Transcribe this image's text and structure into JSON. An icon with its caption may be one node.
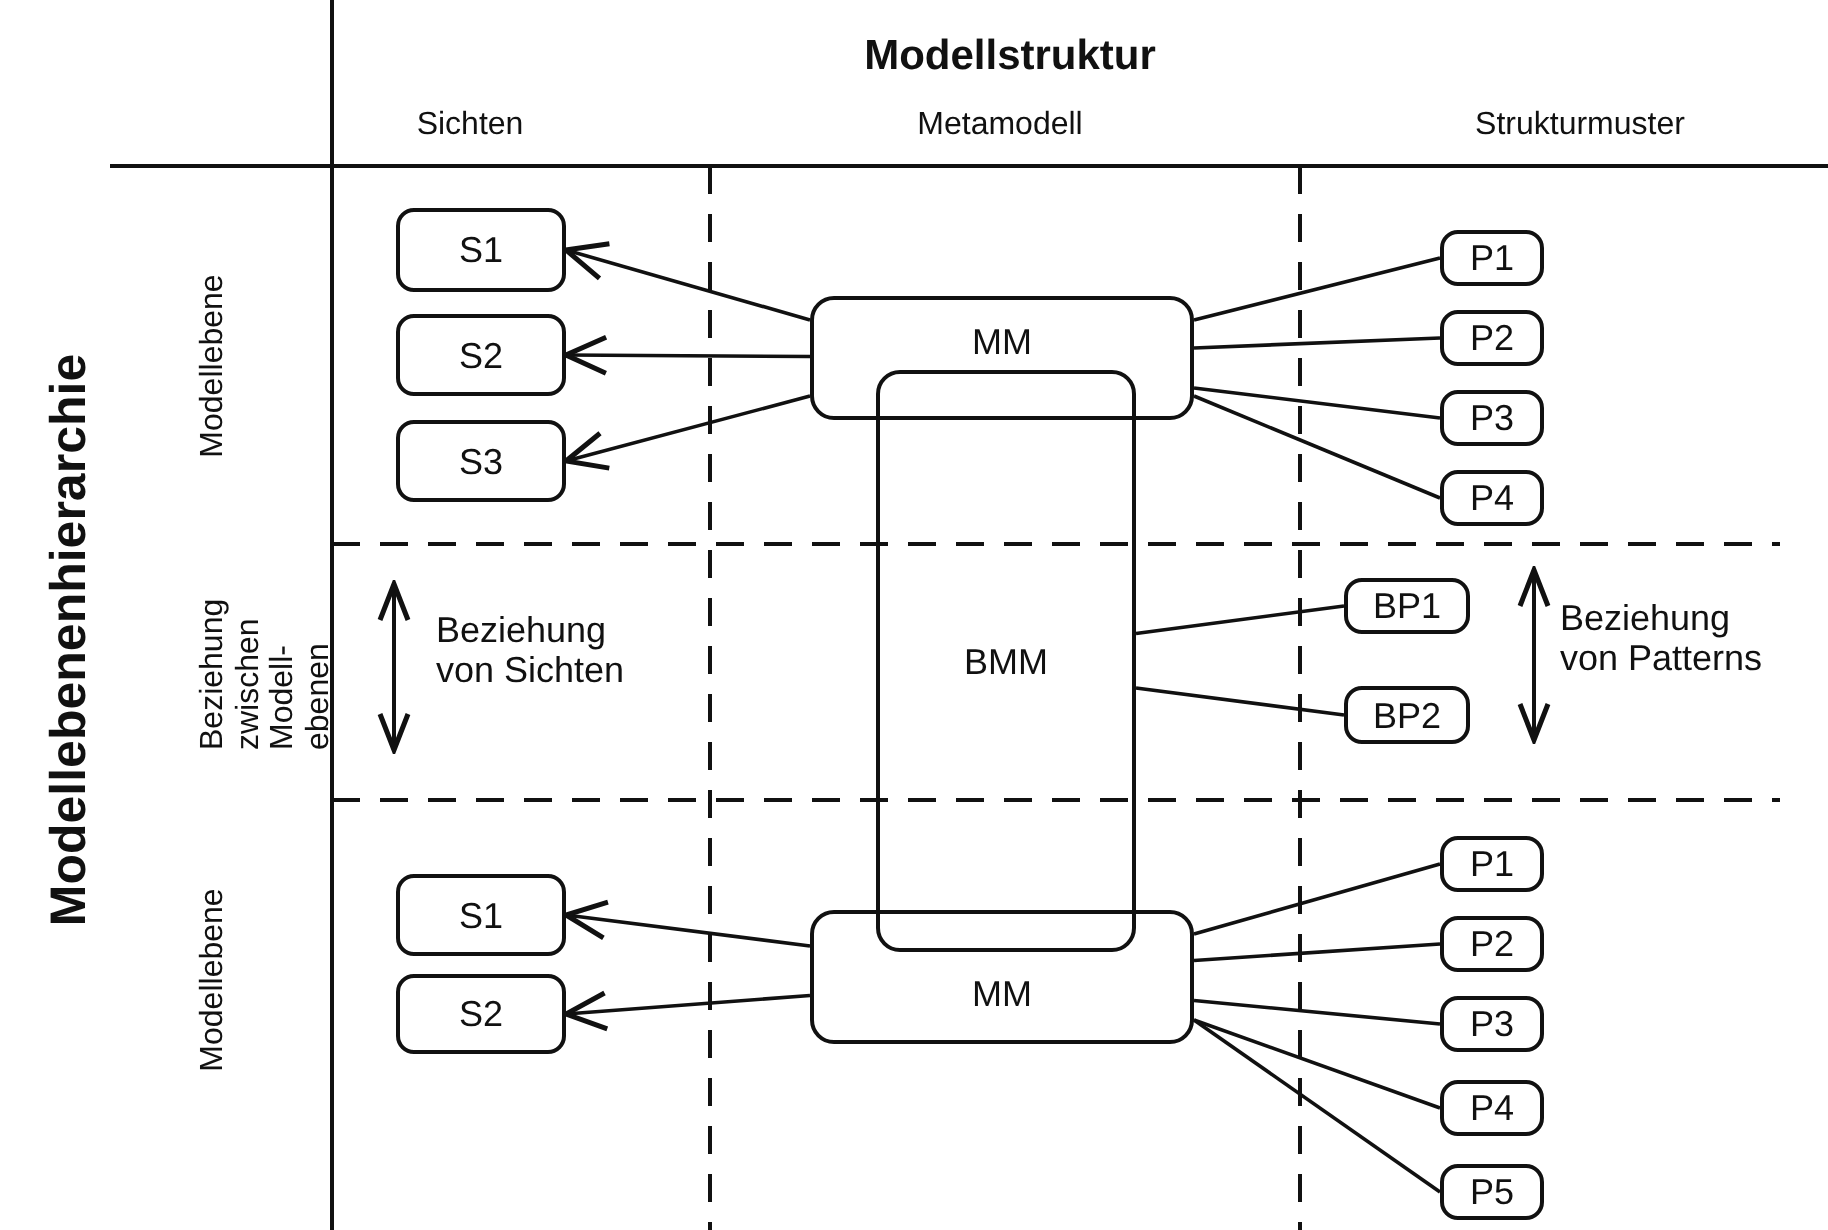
{
  "diagram": {
    "title": "Modellstruktur",
    "nodes": [
      {
        "text": [
          "S1"
        ]
      },
      {
        "text": [
          "S2"
        ]
      },
      {
        "text": [
          "S3"
        ]
      },
      {
        "text": [
          "MM"
        ]
      },
      {
        "text": [
          "P1"
        ]
      },
      {
        "text": [
          "P2"
        ]
      },
      {
        "text": [
          "P3"
        ]
      },
      {
        "text": [
          "P4"
        ]
      },
      {
        "text": [
          "BMM"
        ]
      },
      {
        "text": [
          "BP1"
        ]
      },
      {
        "text": [
          "BP2"
        ]
      },
      {
        "text": [
          "S1"
        ]
      },
      {
        "text": [
          "S2"
        ]
      },
      {
        "text": [
          "MM"
        ]
      },
      {
        "text": [
          "P1"
        ]
      },
      {
        "text": [
          "P2"
        ]
      },
      {
        "text": [
          "P3"
        ]
      },
      {
        "text": [
          "P4"
        ]
      },
      {
        "text": [
          "P5"
        ]
      }
    ],
    "edges": [
      {
        "from": 3,
        "to": 0,
        "arrow": "to"
      },
      {
        "from": 3,
        "to": 1,
        "arrow": "to"
      },
      {
        "from": 3,
        "to": 2,
        "arrow": "to"
      },
      {
        "from": 3,
        "to": 4,
        "arrow": "none"
      },
      {
        "from": 3,
        "to": 5,
        "arrow": "none"
      },
      {
        "from": 3,
        "to": 6,
        "arrow": "none"
      },
      {
        "from": 3,
        "to": 7,
        "arrow": "none"
      },
      {
        "from": 8,
        "to": 9,
        "arrow": "none"
      },
      {
        "from": 8,
        "to": 10,
        "arrow": "none"
      },
      {
        "from": 13,
        "to": 11,
        "arrow": "to"
      },
      {
        "from": 13,
        "to": 12,
        "arrow": "to"
      },
      {
        "from": 13,
        "to": 14,
        "arrow": "none"
      },
      {
        "from": 13,
        "to": 15,
        "arrow": "none"
      },
      {
        "from": 13,
        "to": 16,
        "arrow": "none"
      },
      {
        "from": 13,
        "to": 17,
        "arrow": "none"
      },
      {
        "from": 13,
        "to": 18,
        "arrow": "none"
      }
    ],
    "labels": [
      "Modellebenenhierarchie",
      "Sichten",
      "Metamodell",
      "Strukturmuster",
      "Modellebene",
      "Beziehung zwischen Modell- ebenen",
      "Beziehung von Sichten",
      "Beziehung von Patterns",
      "Modellebene"
    ]
  }
}
